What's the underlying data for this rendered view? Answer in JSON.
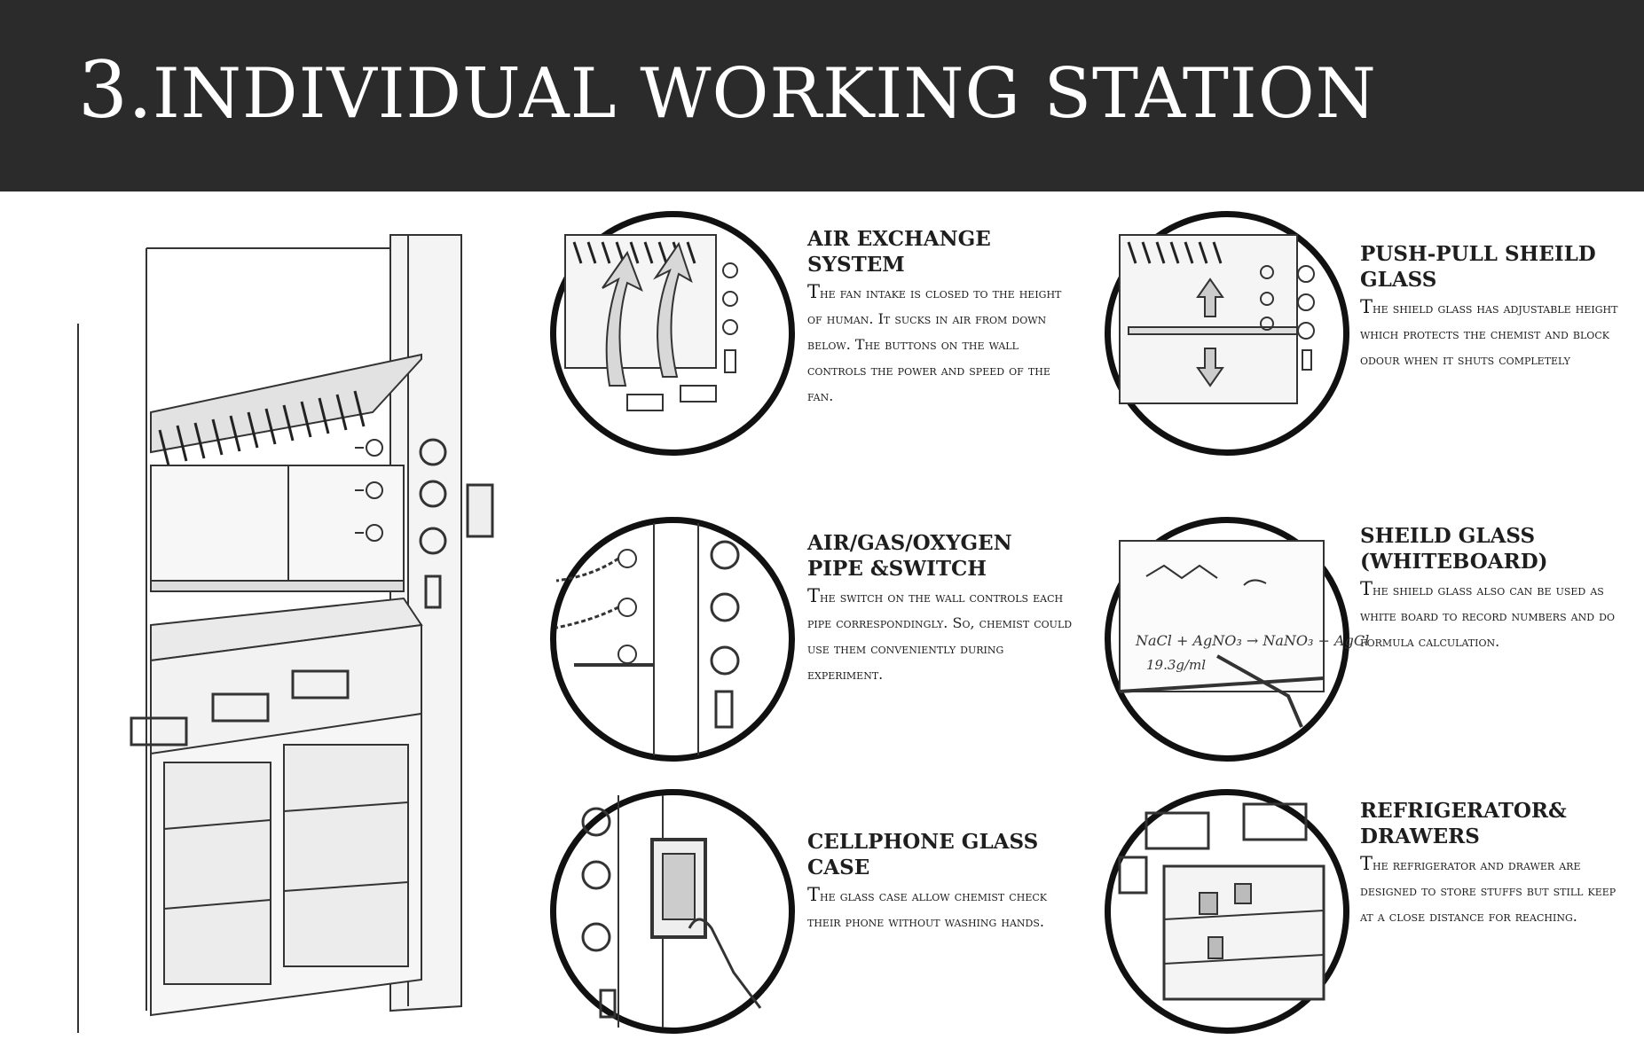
{
  "header": {
    "number": "3.",
    "title": "INDIVIDUAL WORKING STATION",
    "background": "#2b2b2b"
  },
  "main_illustration": {
    "icon": "fume-hood-workstation-sketch"
  },
  "features": [
    {
      "title": "AIR EXCHANGE SYSTEM",
      "description": "The fan intake is closed to the height of human. It sucks in air from down below. The buttons on the wall controls the power and speed of the fan.",
      "icon": "air-flow-arrows-icon"
    },
    {
      "title": "PUSH-PULL SHEILD GLASS",
      "description": "The shield glass has adjustable height which protects the chemist and block odour when it shuts completely",
      "icon": "up-down-arrows-icon"
    },
    {
      "title": "AIR/GAS/OXYGEN PIPE &SWITCH",
      "description": "The switch on the wall controls each pipe correspondingly. So, chemist could use them conveniently during experiment.",
      "icon": "pipe-knobs-icon"
    },
    {
      "title": "SHEILD GLASS (WHITEBOARD)",
      "description": "The shield glass also can be used as white board to record numbers and do formula calculation.",
      "icon": "whiteboard-formula-icon",
      "formula_lines": [
        "NaCl + AgNO₃ → NaNO₃ + AgCl",
        "19.3g/ml"
      ]
    },
    {
      "title": "CELLPHONE GLASS CASE",
      "description": "The glass case allow chemist check their phone without washing hands.",
      "icon": "phone-case-icon"
    },
    {
      "title": "REFRIGERATOR& DRAWERS",
      "description": "The refrigerator and drawer are designed to store stuffs but still keep at a close distance for reaching.",
      "icon": "refrigerator-drawers-icon"
    }
  ]
}
